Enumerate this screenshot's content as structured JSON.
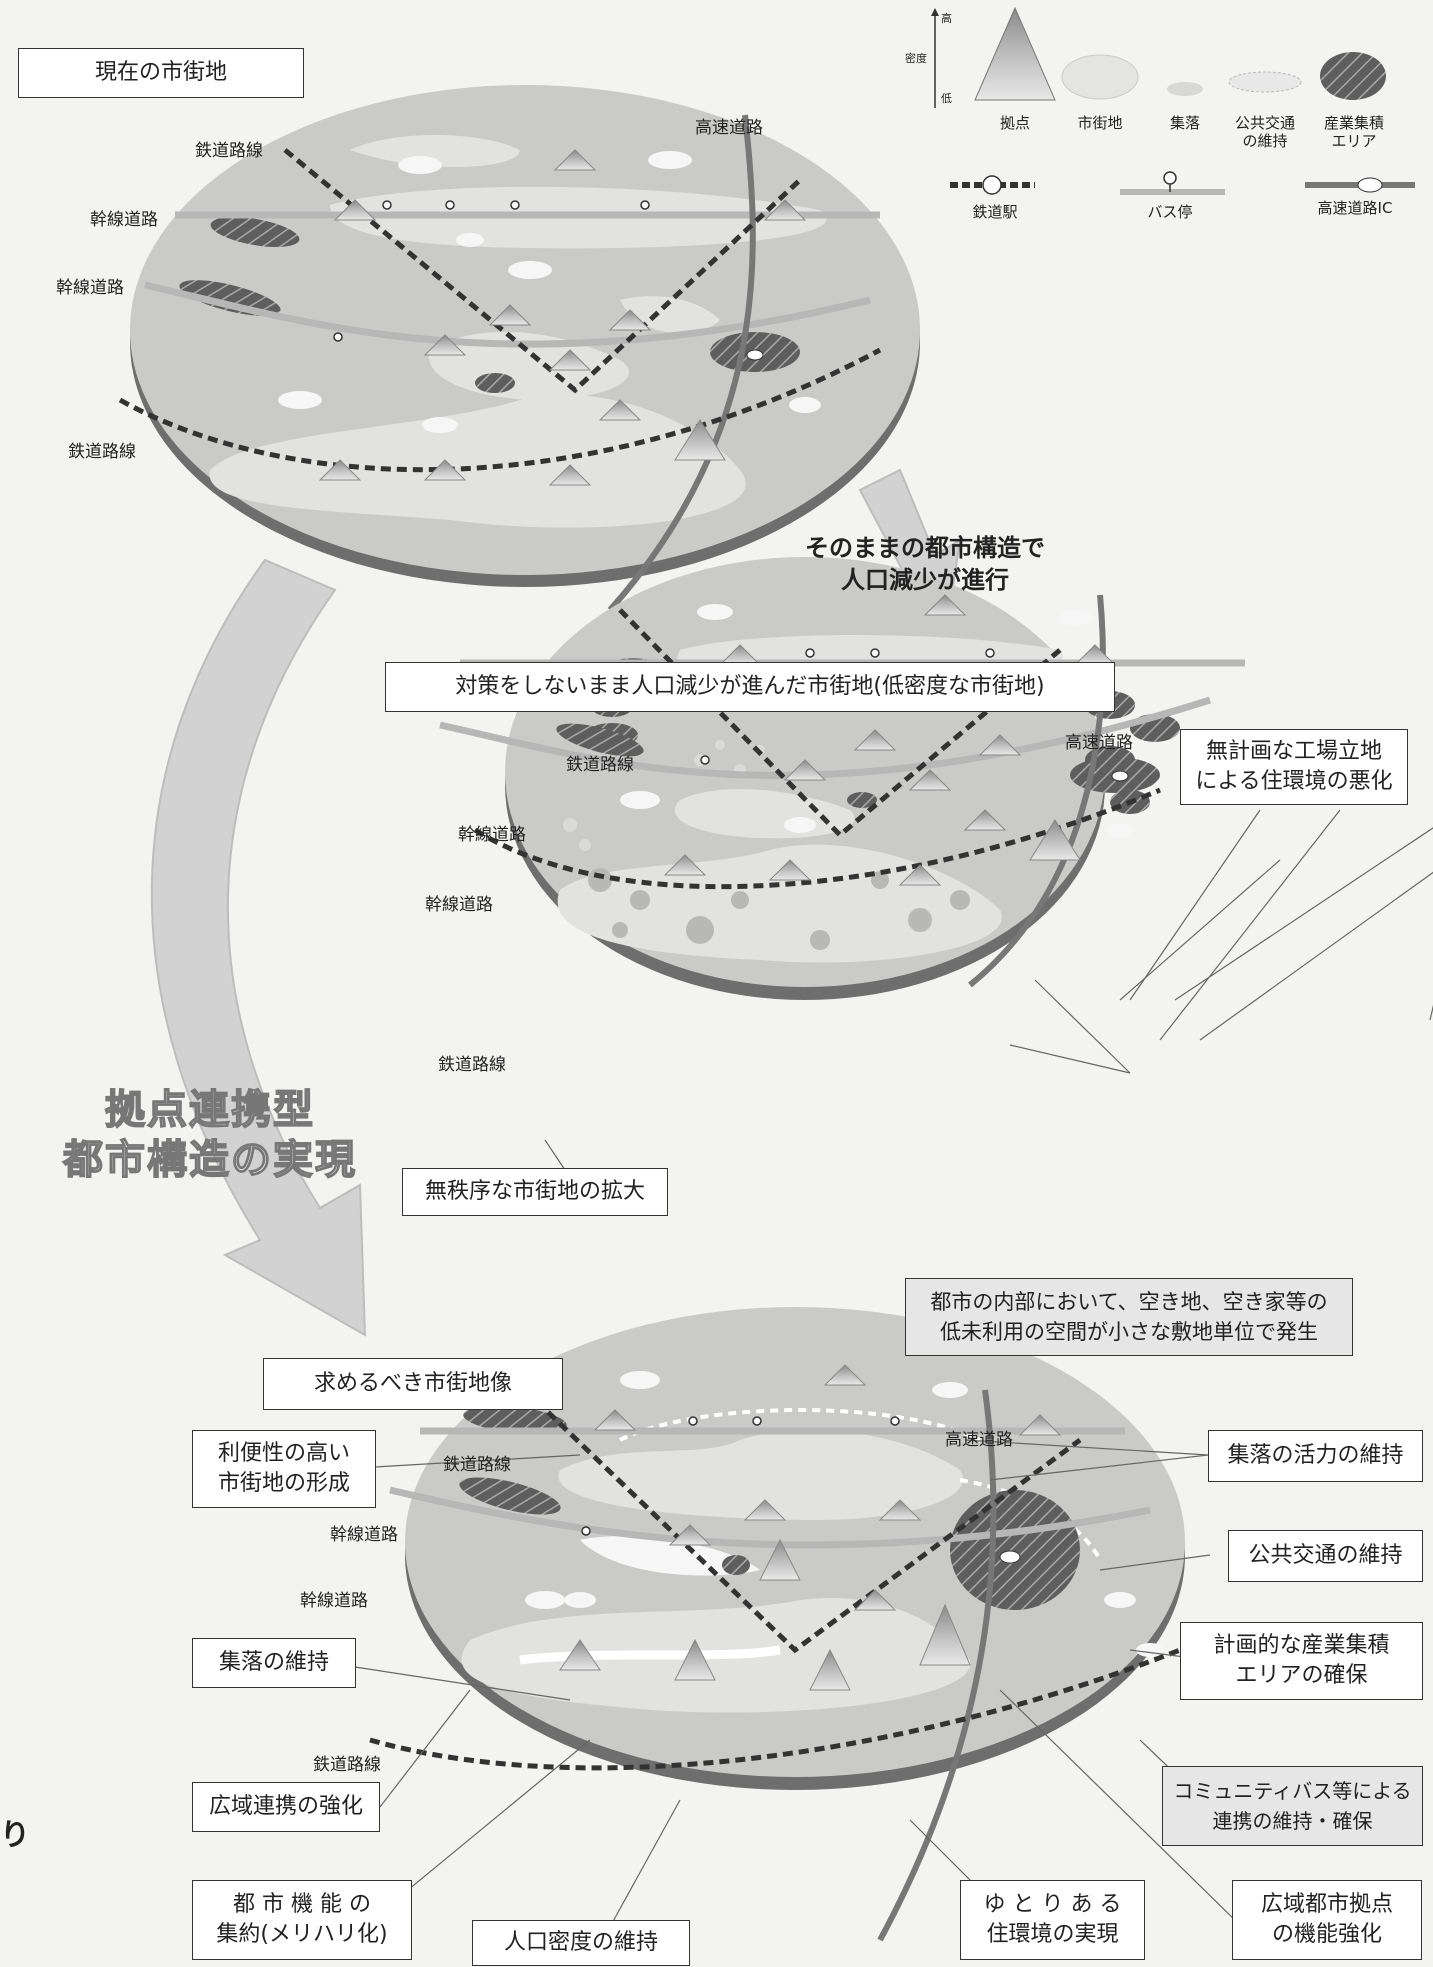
{
  "sections": {
    "current": "現在の市街地",
    "unplanned": "対策をしないまま人口減少が進んだ市街地(低密度な市街地)",
    "target": "求めるべき市街地像"
  },
  "labels": {
    "railway": "鉄道路線",
    "trunk_road": "幹線道路",
    "expressway": "高速道路"
  },
  "arrows": {
    "decline": "そのままの都市構造で\n人口減少が進行",
    "realize": "拠点連携型\n都市構造の実現"
  },
  "legend": {
    "density_high": "高",
    "density_label": "密度",
    "density_low": "低",
    "base": "拠点",
    "urban": "市街地",
    "village": "集落",
    "transit": "公共交通\nの維持",
    "industry": "産業集積\nエリア",
    "station": "鉄道駅",
    "bus": "バス停",
    "ic": "高速道路IC"
  },
  "callouts_mid": {
    "factory": "無計画な工場立地\nによる住環境の悪化",
    "sprawl": "無秩序な市街地の拡大",
    "vacant": "都市の内部において、空き地、空き家等の\n低未利用の空間が小さな敷地単位で発生"
  },
  "callouts_bottom": {
    "convenient": "利便性の高い\n市街地の形成",
    "village_keep": "集落の維持",
    "wide_area": "広域連携の強化",
    "compact": "都 市 機 能 の\n集約(メリハリ化)",
    "density": "人口密度の維持",
    "comfort": "ゆ と り あ る\n住環境の実現",
    "hub": "広域都市拠点\nの機能強化",
    "village_vital": "集落の活力の維持",
    "transit_keep": "公共交通の維持",
    "industry_plan": "計画的な産業集積\nエリアの確保",
    "community_bus": "コミュニティバス等による\n連携の維持・確保"
  },
  "margin_char": "り",
  "colors": {
    "disc": "#c9c9c7",
    "disc_edge": "#6e6e6e",
    "urban": "#e4e4e2",
    "arrow": "#cfcfcf",
    "road": "#b7b7b7",
    "expressway": "#777777"
  }
}
